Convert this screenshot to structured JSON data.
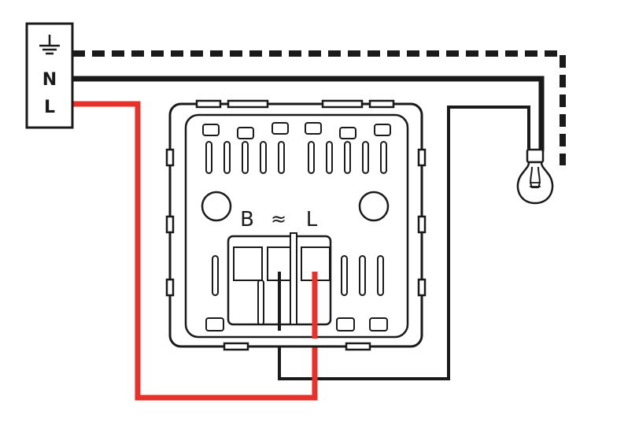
{
  "terminal_block": {
    "earth_symbol": "earth-ground-icon",
    "neutral_label": "N",
    "live_label": "L"
  },
  "switch": {
    "output_label": "B",
    "dimmer_symbol": "≈",
    "input_label": "L"
  },
  "lamp": {
    "icon": "light-bulb-icon"
  },
  "colors": {
    "live_wire": "#e8312a",
    "neutral_wire": "#1a1a1a",
    "switched_wire": "#1a1a1a",
    "earth_wire": "#1a1a1a",
    "outline": "#1a1a1a"
  }
}
